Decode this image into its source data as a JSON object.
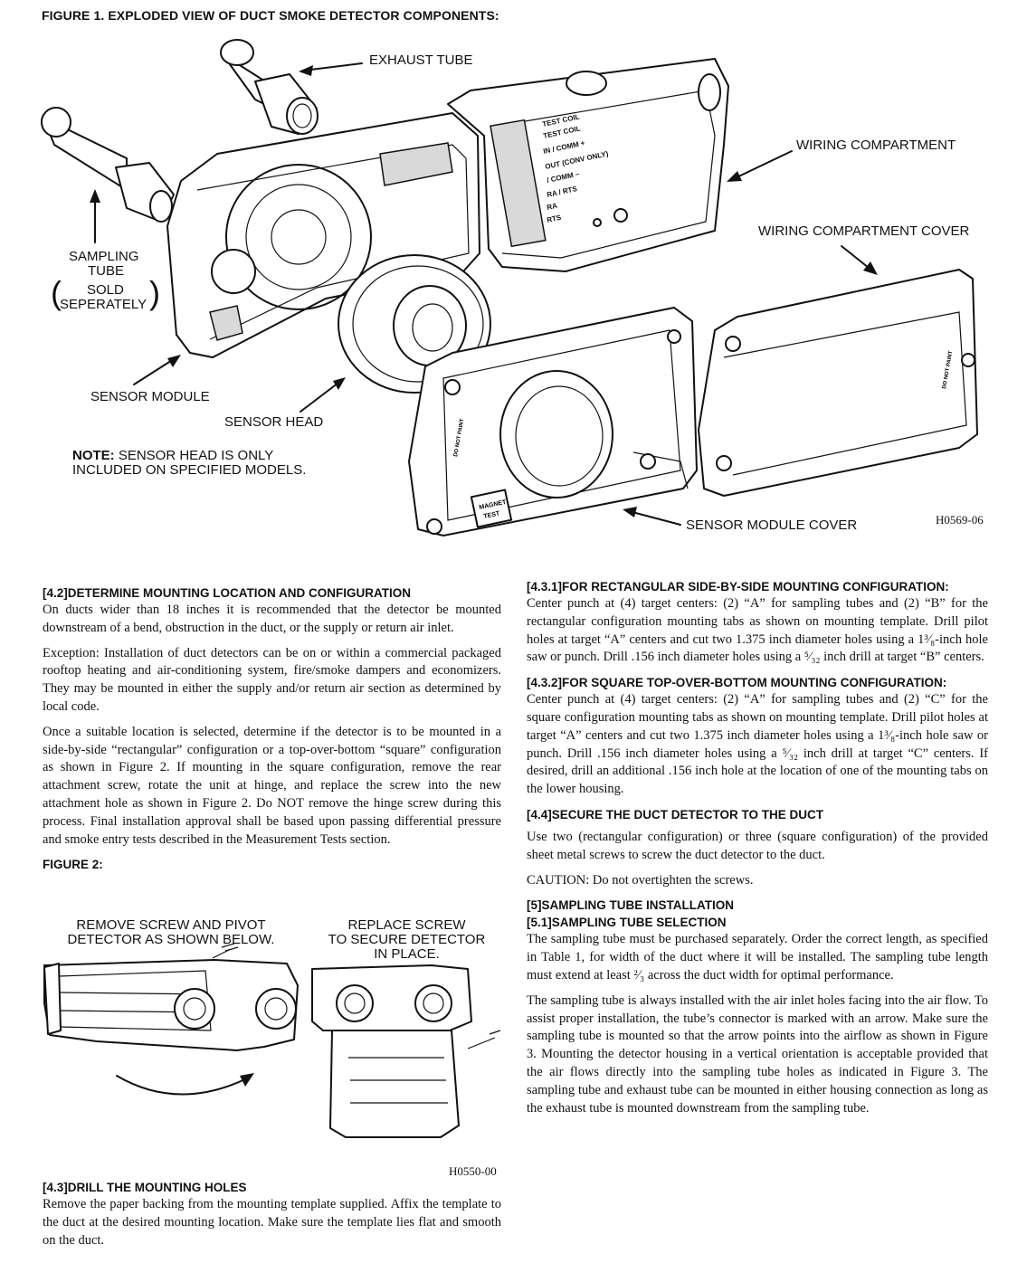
{
  "figure1": {
    "title": "FIGURE 1. EXPLODED VIEW OF DUCT SMOKE DETECTOR COMPONENTS:",
    "callouts": {
      "exhaust_tube": "EXHAUST TUBE",
      "wiring_compartment": "WIRING COMPARTMENT",
      "wiring_compartment_cover": "WIRING COMPARTMENT COVER",
      "sampling_tube_1": "SAMPLING",
      "sampling_tube_2": "TUBE",
      "sold_1": "SOLD",
      "sold_2": "SEPERATELY",
      "sensor_module": "SENSOR MODULE",
      "sensor_head": "SENSOR HEAD",
      "sensor_module_cover": "SENSOR MODULE COVER",
      "note_label": "NOTE:",
      "note_1": " SENSOR HEAD IS ONLY",
      "note_2": "INCLUDED ON SPECIFIED MODELS."
    },
    "terminal_labels": [
      "TEST COIL",
      "TEST COIL",
      "IN / COMM +",
      "OUT (CONV ONLY)",
      "/ COMM –",
      "RA / RTS",
      "RA",
      "RTS"
    ],
    "cover_labels": {
      "do_not_paint": "DO NOT PAINT",
      "magnet_test_1": "MAGNET",
      "magnet_test_2": "TEST"
    },
    "drawing_code": "H0569-06"
  },
  "section_4_2": {
    "heading": "[4.2]DETERMINE MOUNTING LOCATION AND CONFIGURATION",
    "p1": "On ducts wider than 18 inches it is recommended that the detector be mounted downstream of a bend, obstruction in the duct, or the supply or return air inlet.",
    "p2": "Exception: Installation of duct detectors can be on or within a commercial packaged rooftop heating and air-conditioning system, fire/smoke dampers and economizers. They may be mounted in either the supply and/or return air section as determined by local code.",
    "p3": "Once a suitable location is selected, determine if the detector is to be mounted in a side-by-side “rectangular” configuration or a top-over-bottom “square” configuration as shown in Figure 2. If mounting in the square configuration, remove the rear attachment screw, rotate the unit at hinge, and replace the screw into the new attachment hole as shown in Figure 2. Do NOT remove the hinge screw during this process. Final installation approval shall be based upon passing differential pressure and smoke entry tests described in the Measurement Tests section."
  },
  "figure2": {
    "title": "FIGURE 2:",
    "left_caption_1": "REMOVE SCREW AND PIVOT",
    "left_caption_2": "DETECTOR AS SHOWN BELOW.",
    "right_caption_1": "REPLACE SCREW",
    "right_caption_2": "TO SECURE DETECTOR",
    "right_caption_3": "IN PLACE.",
    "drawing_code": "H0550-00"
  },
  "section_4_3": {
    "heading": "[4.3]DRILL THE MOUNTING HOLES",
    "p1": "Remove the paper backing from the mounting template supplied. Affix the template to the duct at the desired mounting location. Make sure the template lies flat and smooth on the duct."
  },
  "section_4_3_1": {
    "heading": "[4.3.1]FOR RECTANGULAR SIDE-BY-SIDE MOUNTING CONFIGURATION:",
    "p1": "Center punch at (4) target centers: (2) “A” for sampling tubes and (2) “B” for the rectangular configuration mounting tabs as shown on mounting template. Drill pilot holes at target “A” centers and cut two 1.375 inch diameter holes using a 1³⁄₈-inch hole saw or punch. Drill .156 inch diameter holes using a ⁵⁄₃₂ inch drill at target “B” centers."
  },
  "section_4_3_2": {
    "heading": "[4.3.2]FOR SQUARE TOP-OVER-BOTTOM MOUNTING CONFIGURATION:",
    "p1": "Center punch at (4) target centers: (2) “A” for sampling tubes and (2) “C” for the square configuration mounting tabs as shown on mounting template. Drill pilot holes at target “A” centers and cut two 1.375 inch diameter holes using a 1³⁄₈-inch hole saw or punch. Drill .156 inch diameter holes using a ⁵⁄₃₂ inch drill at target “C” centers. If desired, drill an additional .156 inch hole at the location of one of the mounting tabs on the lower housing."
  },
  "section_4_4": {
    "heading": "[4.4]SECURE THE DUCT DETECTOR TO THE DUCT",
    "p1": "Use two (rectangular configuration) or three (square configuration) of the provided sheet metal screws to screw the duct detector to the duct.",
    "p2": "CAUTION: Do not overtighten the screws."
  },
  "section_5": {
    "heading": "[5]SAMPLING TUBE INSTALLATION",
    "sub_heading": "[5.1]SAMPLING TUBE SELECTION",
    "p1": "The sampling tube must be purchased separately. Order the correct length, as specified in Table 1, for width of the duct where it will be installed. The sampling tube length must extend at least ²⁄₃ across the duct width for optimal performance.",
    "p2": "The sampling tube is always installed with the air inlet holes facing into the air flow. To assist proper installation, the tube’s connector is marked with an arrow. Make sure the sampling tube is mounted so that the arrow points into the airflow as shown in Figure 3. Mounting the detector housing in a vertical orientation is acceptable provided that the air flows directly into the sampling tube holes as indicated in Figure 3. The sampling tube and exhaust tube can be mounted in either housing connection as long as the exhaust tube is mounted downstream from the sampling tube."
  }
}
